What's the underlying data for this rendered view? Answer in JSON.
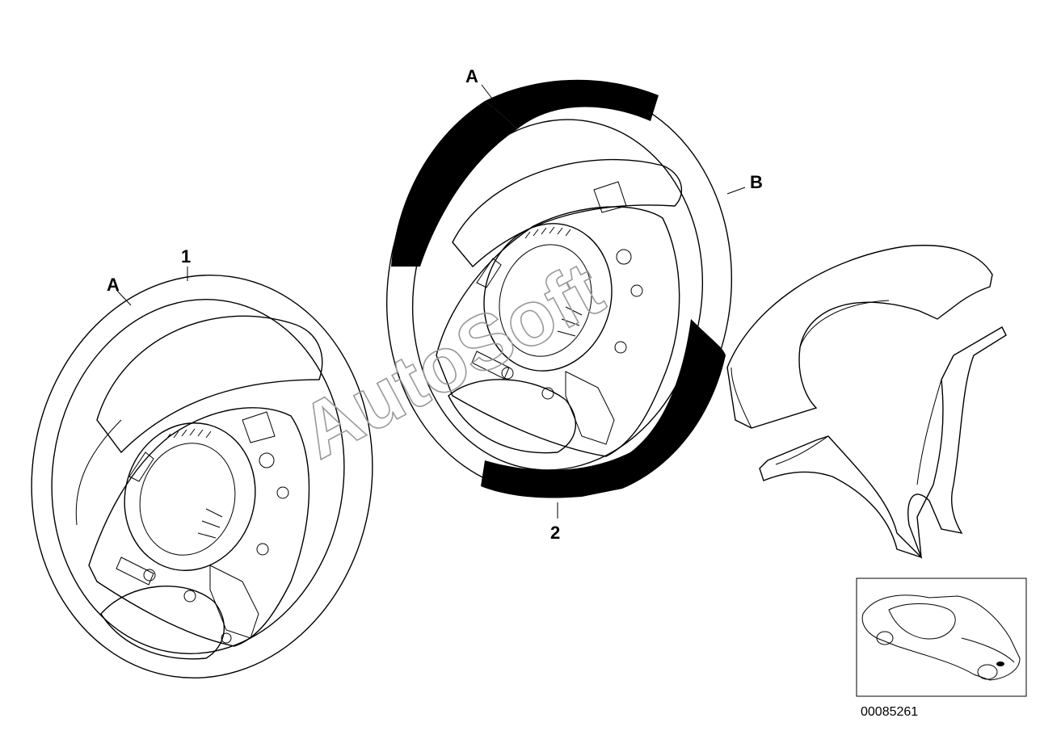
{
  "callouts": {
    "wheel1_part": "1",
    "wheel1_zone_a": "A",
    "wheel2_part": "2",
    "wheel2_zone_a": "A",
    "wheel2_zone_b": "B"
  },
  "watermark": "AutoSoft",
  "thumbnail": {
    "doc_number": "00085261"
  },
  "colors": {
    "line": "#000000",
    "background": "#ffffff",
    "watermark": "#9a9a9a"
  }
}
